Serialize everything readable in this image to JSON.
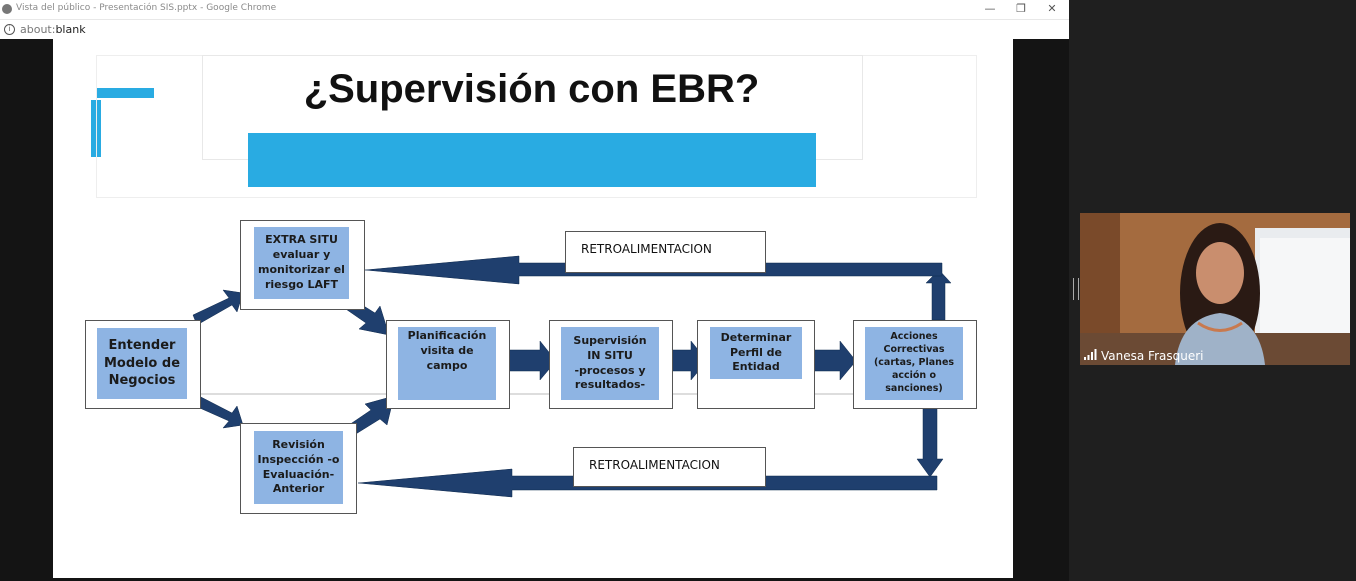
{
  "window": {
    "title": "Vista del público - Presentación SIS.pptx - Google Chrome",
    "controls": {
      "minimize": "—",
      "restore": "❐",
      "close": "✕"
    }
  },
  "address_bar": {
    "url_scheme": "about:",
    "url_rest": "blank"
  },
  "slide": {
    "title": "¿Supervisión con EBR?",
    "accent_color": "#29abe2",
    "box_color": "#8eb4e3",
    "arrow_color": "#1f3f6e",
    "boxes": {
      "entender": "Entender\nModelo de\nNegocios",
      "extra_situ": "EXTRA SITU\nevaluar y\nmonitorizar el\nriesgo LAFT",
      "revision": "Revisión\nInspección -o\nEvaluación-\nAnterior",
      "planificacion": "Planificación\nvisita de\ncampo",
      "supervision": "Supervisión\nIN SITU\n-procesos y\nresultados-",
      "determinar": "Determinar\nPerfil de\nEntidad",
      "acciones": "Acciones\nCorrectivas\n(cartas, Planes\nacción o\nsanciones)"
    },
    "feedback_top": "RETROALIMENTACION",
    "feedback_bottom": "RETROALIMENTACION"
  },
  "participant": {
    "name": "Vanesa Frasqueri"
  }
}
